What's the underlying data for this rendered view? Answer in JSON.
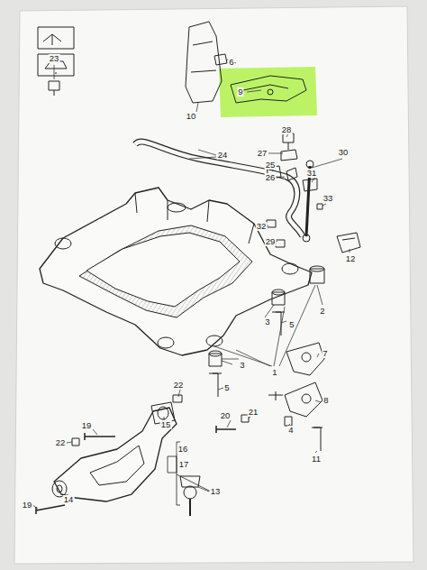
{
  "diagram": {
    "labels": [
      "23",
      "6",
      "9",
      "10",
      "28",
      "24",
      "27",
      "30",
      "25",
      "26",
      "31",
      "33",
      "32",
      "29",
      "12",
      "2",
      "3",
      "5",
      "7",
      "3",
      "1",
      "5",
      "22",
      "8",
      "15",
      "19",
      "20",
      "21",
      "22",
      "4",
      "16",
      "11",
      "17",
      "13",
      "14",
      "19"
    ]
  }
}
